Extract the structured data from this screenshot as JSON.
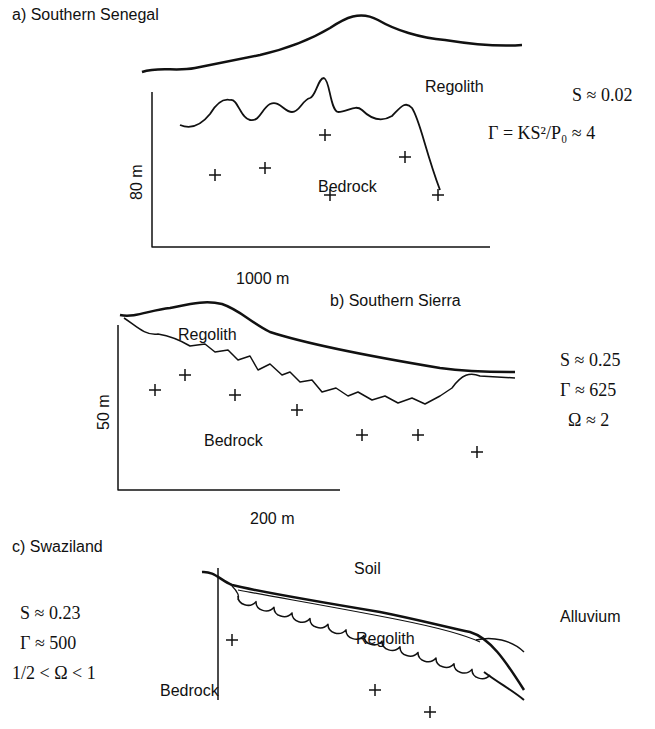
{
  "diagram": {
    "labels": [
      "a) Southern Senegal",
      "Regolith",
      "80 m",
      "Bedrock",
      "S ≈ 0.02",
      "Γ = KS²/P₀ ≈ 4",
      "1000 m",
      "b) Southern Sierra",
      "Regolith",
      "50 m",
      "Bedrock",
      "S ≈ 0.25",
      "Γ ≈ 625",
      "Ω ≈ 2",
      "200 m",
      "c) Swaziland",
      "Soil",
      "S ≈ 0.23",
      "Γ ≈ 500",
      "1/2 < Ω < 1",
      "Regolith",
      "Alluvium",
      "Bedrock"
    ]
  }
}
